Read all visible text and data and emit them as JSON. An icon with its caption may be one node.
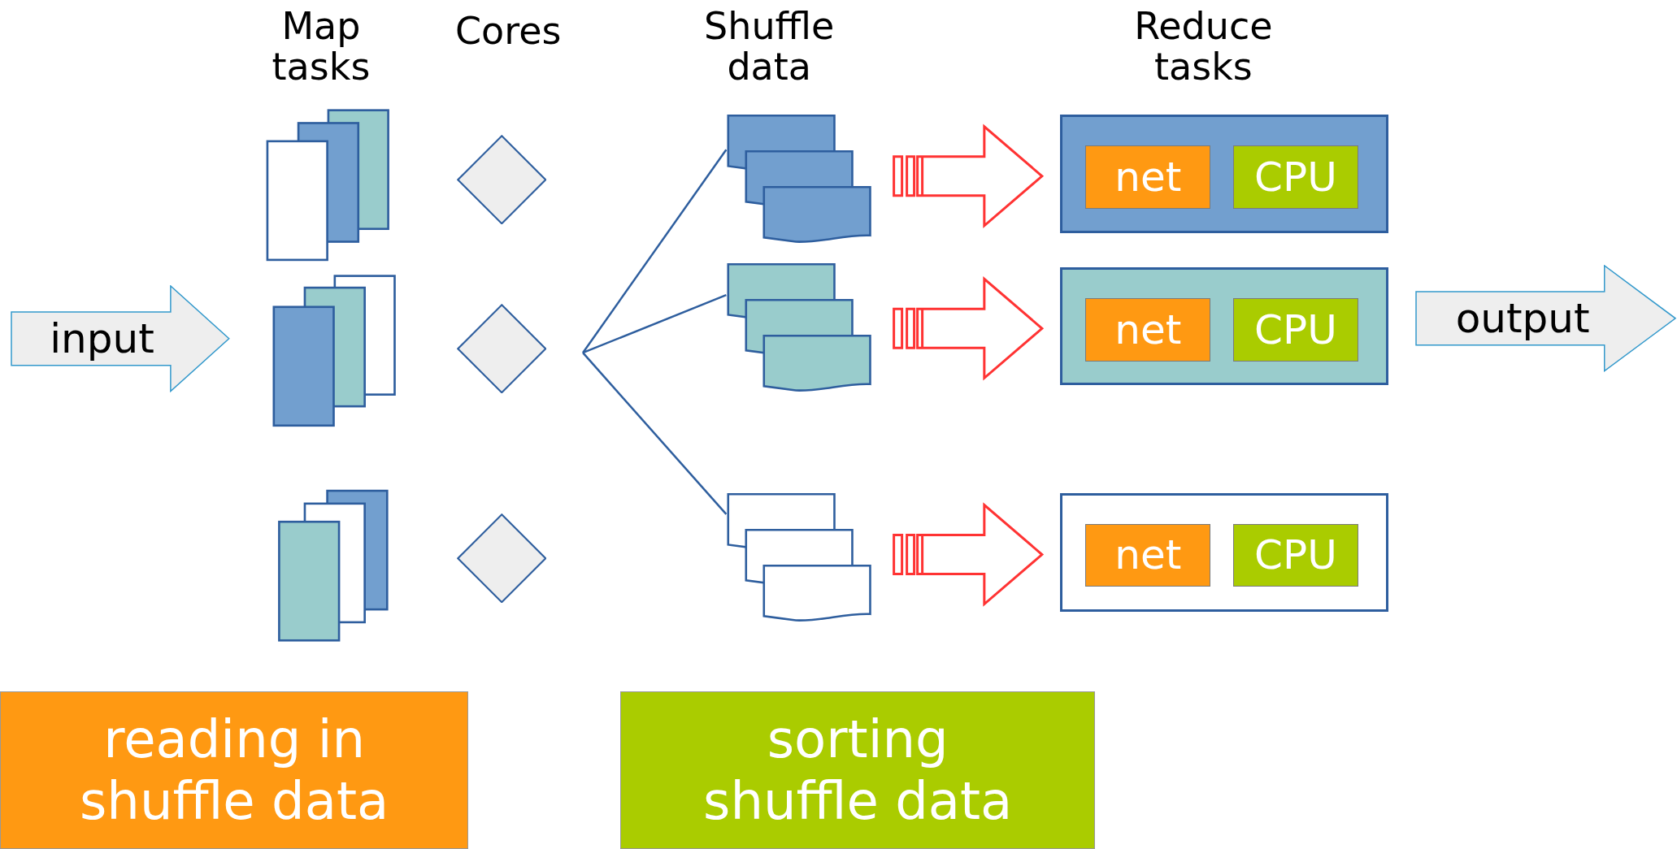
{
  "diagram": {
    "nodes": [
      {
        "text": [
          "input"
        ]
      },
      {
        "text": [],
        "shape": "document"
      },
      {
        "text": [],
        "shape": "document"
      },
      {
        "text": [],
        "shape": "document"
      },
      {
        "text": [],
        "shape": "box"
      },
      {
        "text": [
          "net"
        ],
        "in": 4
      },
      {
        "text": [
          "CPU"
        ],
        "in": 4
      },
      {
        "text": [],
        "shape": "box"
      },
      {
        "text": [
          "net"
        ],
        "in": 7
      },
      {
        "text": [
          "CPU"
        ],
        "in": 7
      },
      {
        "text": [],
        "shape": "box"
      },
      {
        "text": [
          "net"
        ],
        "in": 10
      },
      {
        "text": [
          "CPU"
        ],
        "in": 10
      },
      {
        "text": [
          "output"
        ]
      },
      {
        "text": [
          "reading in shuffle data"
        ]
      },
      {
        "text": [
          "sorting shuffle data"
        ]
      },
      {
        "text": [],
        "shape": "diamond"
      },
      {
        "text": [],
        "shape": "diamond"
      },
      {
        "text": [],
        "shape": "diamond"
      }
    ],
    "edges": [
      {
        "from": null,
        "to": 1,
        "arrow": "none",
        "color": "#2e5e9e"
      },
      {
        "from": null,
        "to": 2,
        "arrow": "none",
        "color": "#2e5e9e"
      },
      {
        "from": null,
        "to": 3,
        "arrow": "none",
        "color": "#2e5e9e"
      },
      {
        "from": 1,
        "to": 4,
        "arrow": "to",
        "color": "#ff3333"
      },
      {
        "from": 2,
        "to": 7,
        "arrow": "to",
        "color": "#ff3333"
      },
      {
        "from": 3,
        "to": 10,
        "arrow": "to",
        "color": "#ff3333"
      }
    ],
    "labels": [
      "Map tasks",
      "Cores",
      "Shuffle data",
      "Reduce tasks"
    ]
  }
}
